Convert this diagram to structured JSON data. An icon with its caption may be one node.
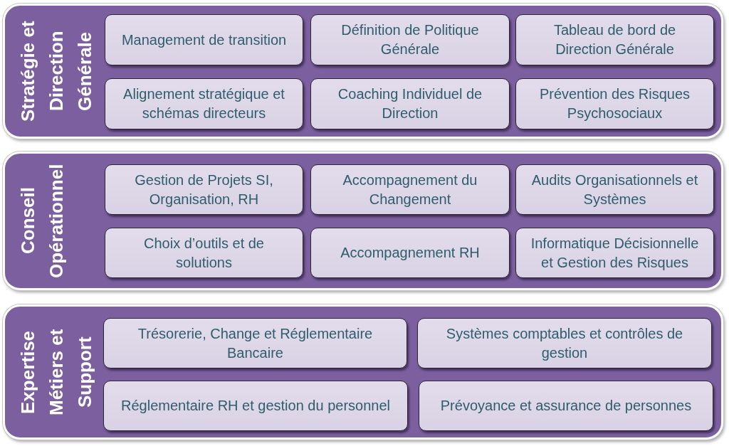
{
  "diagram": {
    "nodes": [
      {
        "text": [
          "Stratégie et Direction Générale"
        ]
      },
      {
        "text": [
          "Management de transition"
        ],
        "in": 0
      },
      {
        "text": [
          "Définition de Politique Générale"
        ],
        "in": 0
      },
      {
        "text": [
          "Tableau de bord de Direction Générale"
        ],
        "in": 0
      },
      {
        "text": [
          "Alignement stratégique et schémas directeurs"
        ],
        "in": 0
      },
      {
        "text": [
          "Coaching Individuel de Direction"
        ],
        "in": 0
      },
      {
        "text": [
          "Prévention des Risques Psychosociaux"
        ],
        "in": 0
      },
      {
        "text": [
          "Conseil Opérationnel"
        ]
      },
      {
        "text": [
          "Gestion de Projets SI, Organisation, RH"
        ],
        "in": 7
      },
      {
        "text": [
          "Accompagnement du Changement"
        ],
        "in": 7
      },
      {
        "text": [
          "Audits Organisationnels et Systèmes"
        ],
        "in": 7
      },
      {
        "text": [
          "Choix d’outils et de solutions"
        ],
        "in": 7
      },
      {
        "text": [
          "Accompagnement RH"
        ],
        "in": 7
      },
      {
        "text": [
          "Informatique Décisionnelle et Gestion des Risques"
        ],
        "in": 7
      },
      {
        "text": [
          "Expertise Métiers et Support"
        ]
      },
      {
        "text": [
          "Trésorerie, Change et Réglementaire Bancaire"
        ],
        "in": 14
      },
      {
        "text": [
          "Systèmes comptables et contrôles de gestion"
        ],
        "in": 14
      },
      {
        "text": [
          "Réglementaire RH et gestion du personnel"
        ],
        "in": 14
      },
      {
        "text": [
          "Prévoyance et assurance de personnes"
        ],
        "in": 14
      }
    ]
  }
}
